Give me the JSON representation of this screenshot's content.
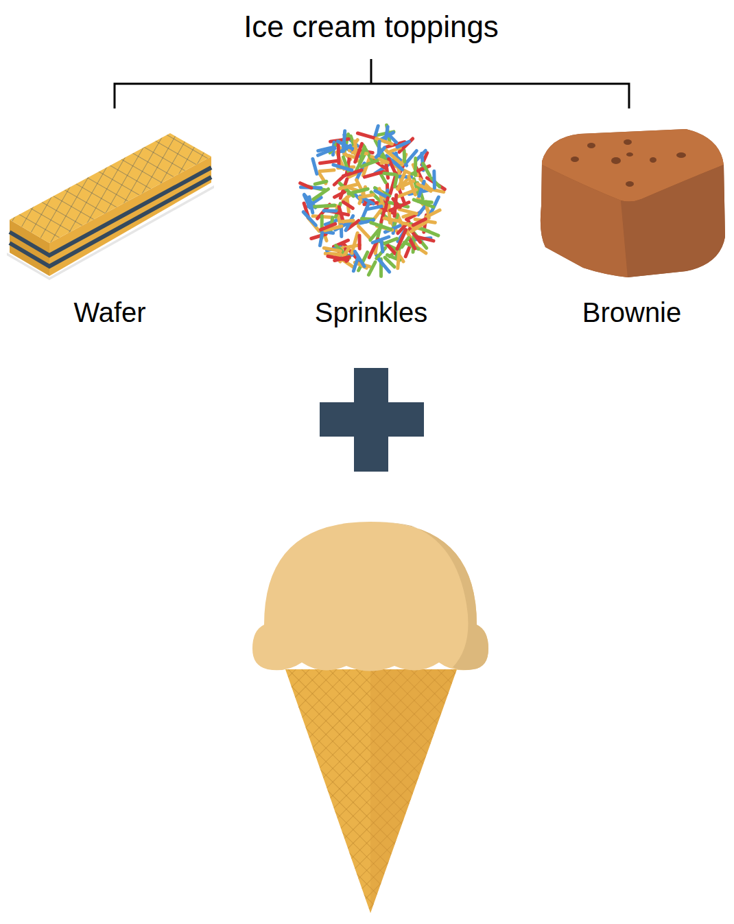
{
  "diagram": {
    "title": "Ice cream toppings",
    "labels": [
      "Wafer",
      "Sprinkles",
      "Brownie"
    ]
  }
}
